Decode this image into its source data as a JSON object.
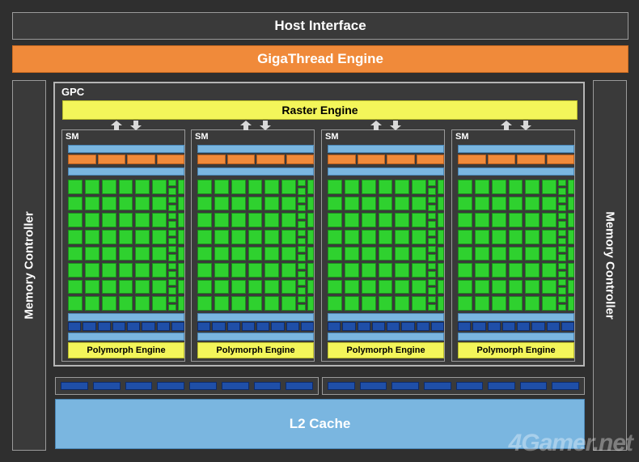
{
  "title": {
    "host_interface": "Host Interface",
    "gigathread_engine": "GigaThread Engine"
  },
  "memory_controller": {
    "left": "Memory Controller",
    "right": "Memory Controller"
  },
  "gpc": {
    "label": "GPC",
    "raster_engine": "Raster Engine",
    "sms": [
      {
        "label": "SM",
        "polymorph_engine": "Polymorph Engine"
      },
      {
        "label": "SM",
        "polymorph_engine": "Polymorph Engine"
      },
      {
        "label": "SM",
        "polymorph_engine": "Polymorph Engine"
      },
      {
        "label": "SM",
        "polymorph_engine": "Polymorph Engine"
      }
    ]
  },
  "l2_cache": "L2 Cache",
  "watermark": "4Gamer.net",
  "colors": {
    "background": "#2f2f2f",
    "gigathread": "#f08a3a",
    "raster": "#f3f55a",
    "core": "#2fd12f",
    "cache_blue": "#7ab6e0",
    "rop_navy": "#1f4fa8"
  }
}
